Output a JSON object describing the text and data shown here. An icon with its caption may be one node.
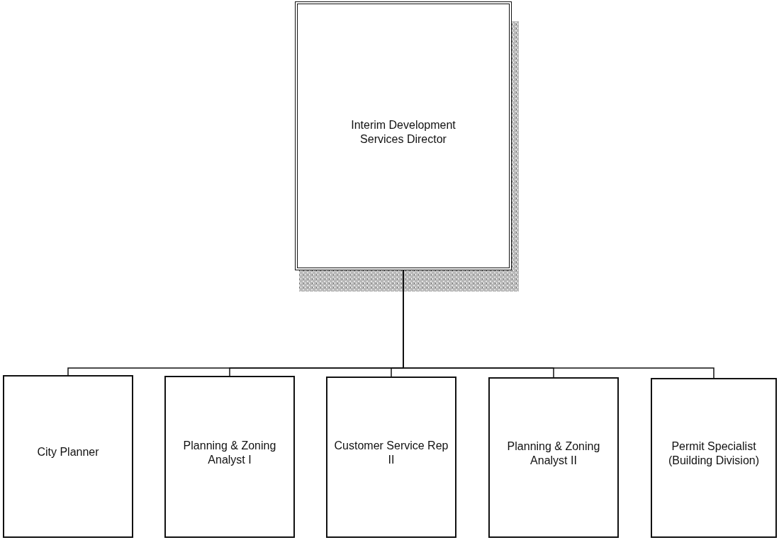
{
  "diagram": {
    "nodes": [
      {
        "text": [
          "Interim Development Services Director"
        ]
      },
      {
        "text": [
          "City Planner"
        ]
      },
      {
        "text": [
          "Planning & Zoning Analyst I"
        ]
      },
      {
        "text": [
          "Customer Service Rep II"
        ]
      },
      {
        "text": [
          "Planning & Zoning Analyst II"
        ]
      },
      {
        "text": [
          "Permit Specialist (Building Division)"
        ]
      }
    ],
    "edges": [
      {
        "from": 0,
        "to": 1,
        "arrow": "none"
      },
      {
        "from": 0,
        "to": 2,
        "arrow": "none"
      },
      {
        "from": 0,
        "to": 3,
        "arrow": "none"
      },
      {
        "from": 0,
        "to": 4,
        "arrow": "none"
      },
      {
        "from": 0,
        "to": 5,
        "arrow": "none"
      }
    ]
  }
}
